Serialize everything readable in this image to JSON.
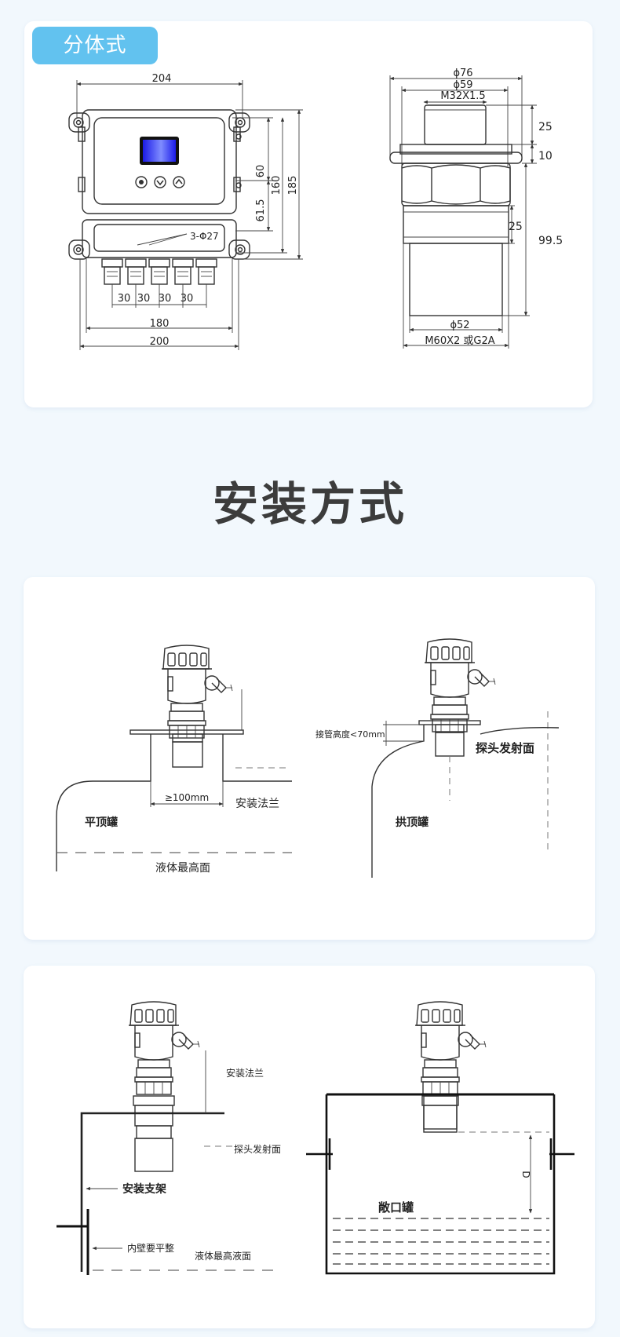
{
  "tag": {
    "label": "分体式"
  },
  "section": {
    "title": "安装方式"
  },
  "split_dims": {
    "width_top": "204",
    "h60": "60",
    "h160": "160",
    "h185": "185",
    "h61_5": "61.5",
    "holes": "3-Φ27",
    "spacing": [
      "30",
      "30",
      "30",
      "30"
    ],
    "width_180": "180",
    "width_200": "200"
  },
  "probe_dims": {
    "d76": "ϕ76",
    "d59": "ϕ59",
    "thread_top": "M32X1.5",
    "h25a": "25",
    "h10": "10",
    "h25b": "25",
    "h99_5": "99.5",
    "d52": "ϕ52",
    "thread_bottom": "M60X2 或G2A"
  },
  "install_1": {
    "min_offset": "≥100mm",
    "flange": "安装法兰",
    "flat_tank": "平顶罐",
    "liquid_max": "液体最高面",
    "pipe_height": "接管高度<70mm",
    "probe_face": "探头发射面",
    "dome_tank": "拱顶罐"
  },
  "install_2": {
    "flange": "安装法兰",
    "probe_face": "探头发射面",
    "bracket": "安装支架",
    "wall": "内壁要平整",
    "liquid_max": "液体最高液面",
    "open_tank": "敞口罐",
    "d_label": "D"
  }
}
